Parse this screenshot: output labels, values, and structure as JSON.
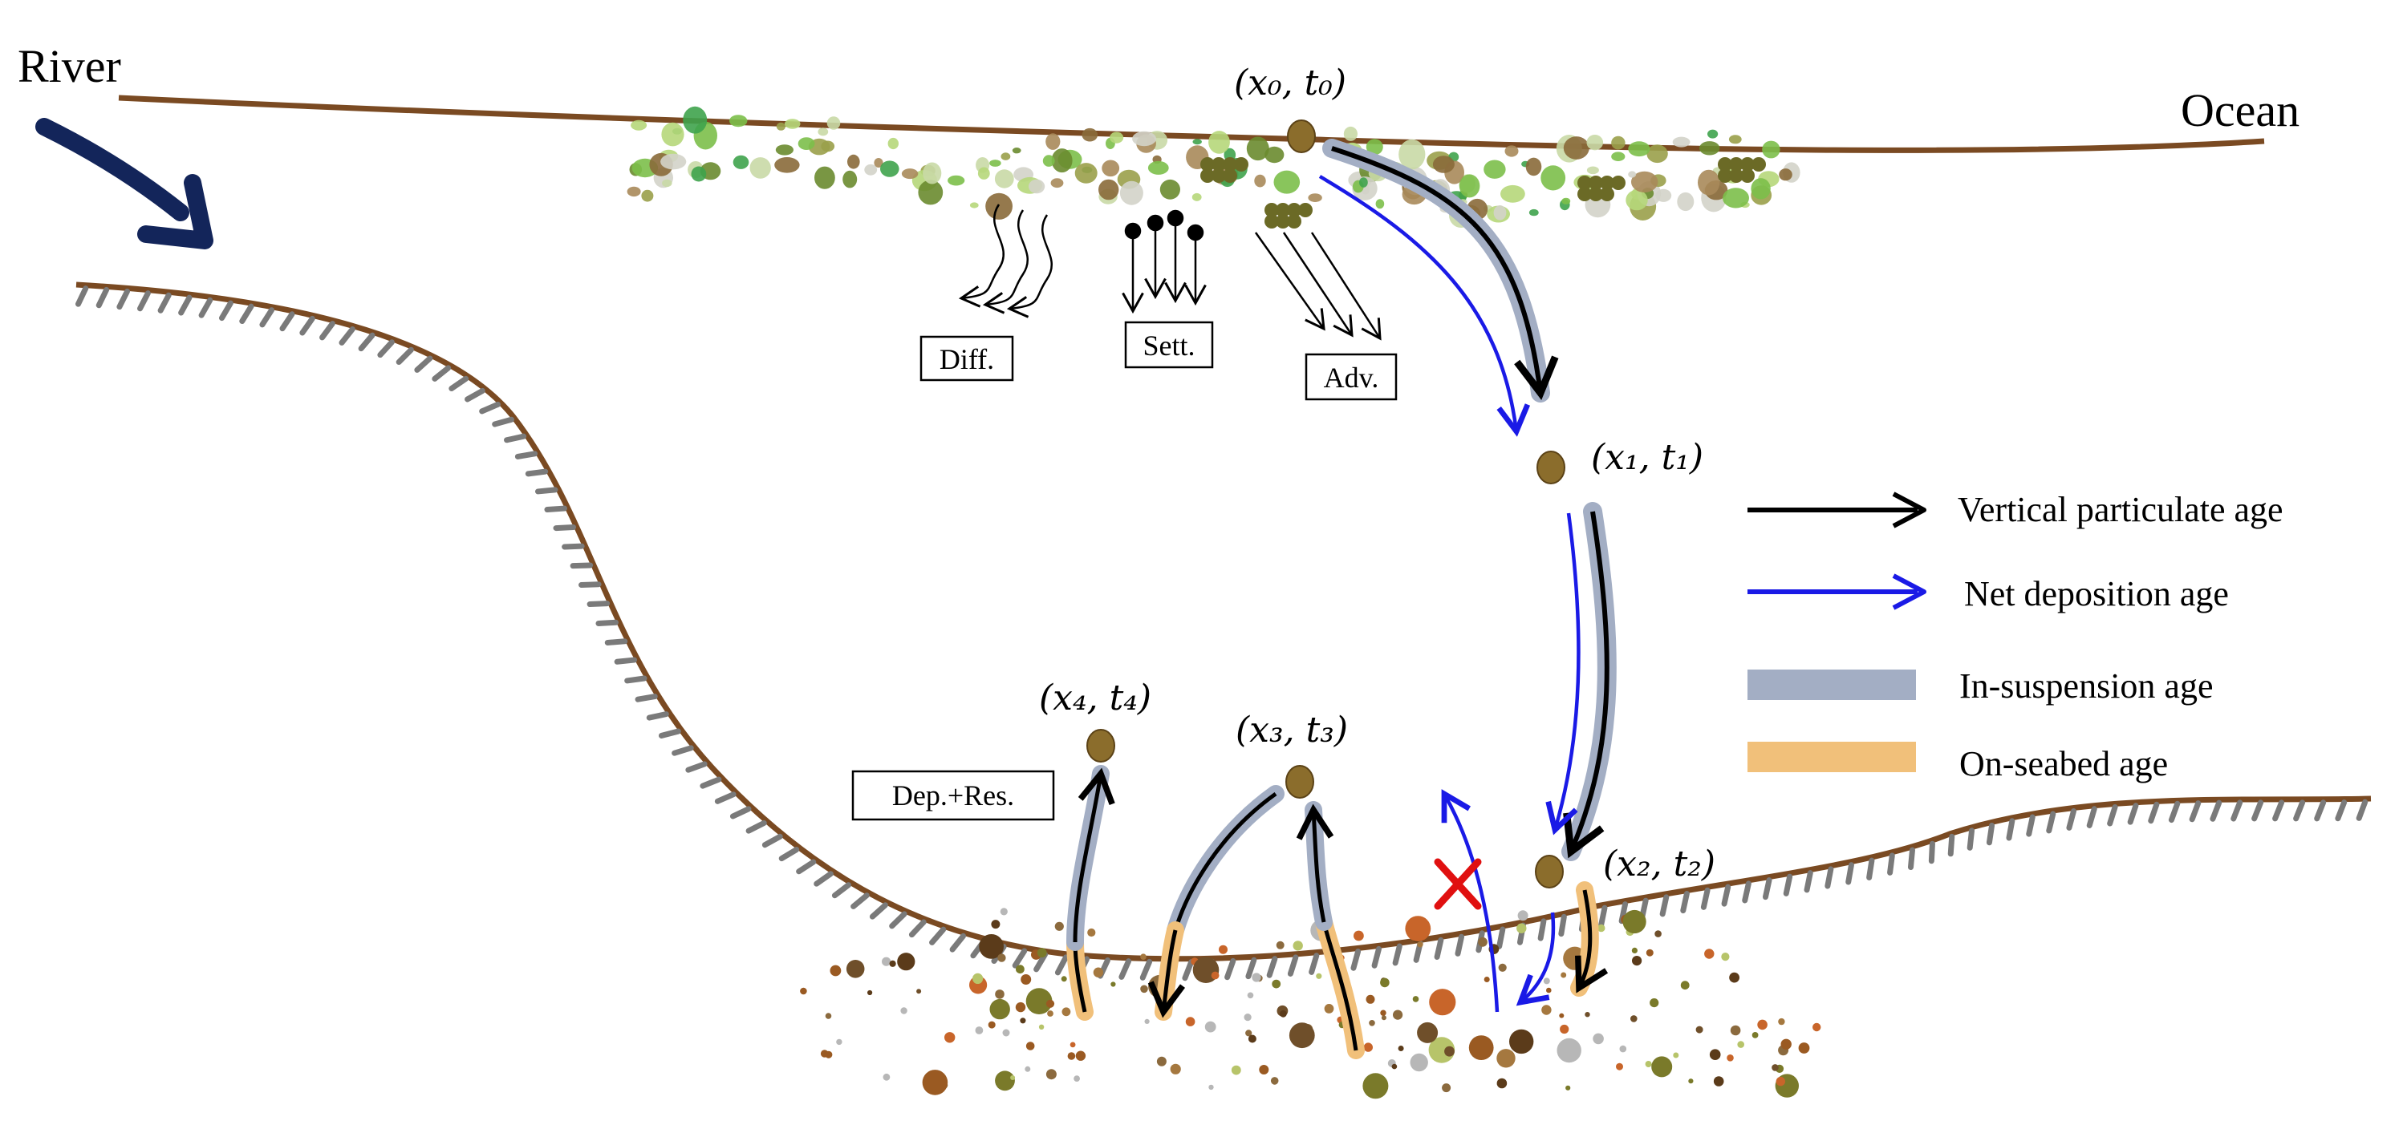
{
  "labels": {
    "river": "River",
    "ocean": "Ocean"
  },
  "points": {
    "p0": "(x₀, t₀)",
    "p1": "(x₁, t₁)",
    "p2": "(x₂, t₂)",
    "p3": "(x₃, t₃)",
    "p4": "(x₄, t₄)"
  },
  "process_boxes": {
    "diffusion": "Diff.",
    "settling": "Sett.",
    "advection": "Adv.",
    "dep_res": "Dep.+Res."
  },
  "legend": {
    "vertical": "Vertical particulate age",
    "net_deposition": "Net deposition age",
    "in_suspension": "In-suspension age",
    "on_seabed": "On-seabed age"
  },
  "colors": {
    "surface_line": "#7a4a22",
    "seabed_line": "#7a4a22",
    "hatch": "#7a7a7a",
    "river_arrow": "#13255a",
    "vertical_age": "#000000",
    "net_deposition_age": "#1a1ae6",
    "in_suspension_age": "#a3aec4",
    "on_seabed_age": "#f1c07a",
    "particle": "#8b6d2c",
    "cross_mark": "#e01010"
  }
}
